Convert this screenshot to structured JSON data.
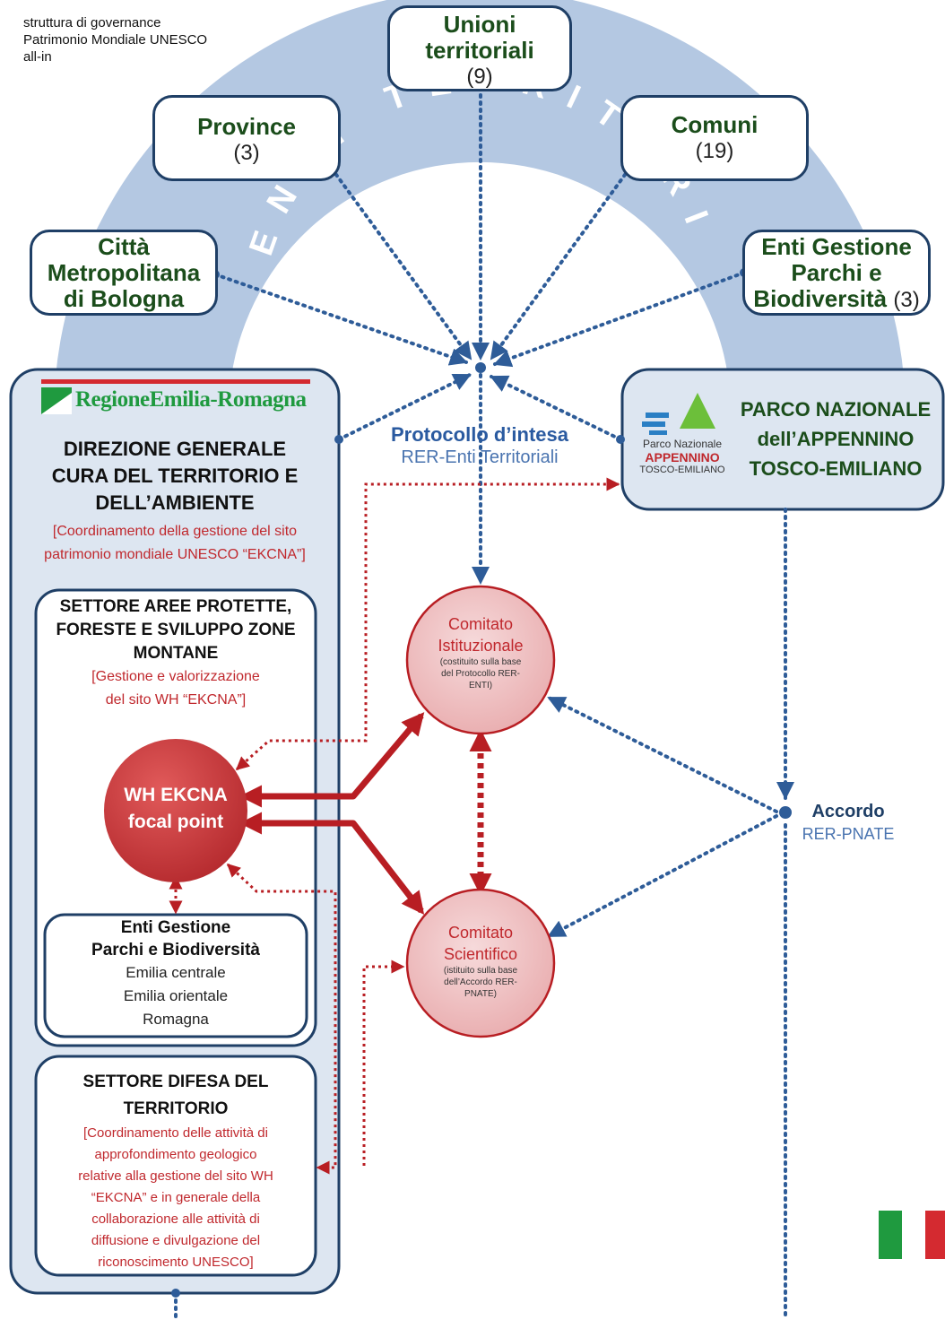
{
  "header": {
    "line1": "struttura di governance",
    "line2": "Patrimonio Mondiale UNESCO",
    "line3": "all-in"
  },
  "arch_label": "ENTI TERRITORIALI",
  "territorial_bodies": {
    "unioni": {
      "label_line1": "Unioni",
      "label_line2": "territoriali",
      "count": "(9)"
    },
    "province": {
      "label": "Province",
      "count": "(3)"
    },
    "comuni": {
      "label": "Comuni",
      "count": "(19)"
    },
    "citta_metro": {
      "line1": "Città",
      "line2": "Metropolitana",
      "line3": "di Bologna"
    },
    "enti_parchi": {
      "line1": "Enti Gestione",
      "line2": "Parchi e",
      "line3": "Biodiversità",
      "count": "(3)"
    }
  },
  "protocol": {
    "title": "Protocollo d’intesa",
    "subtitle": "RER-Enti Territoriali"
  },
  "region": {
    "logo_text": "RegioneEmilia-Romagna",
    "direction_line1": "DIREZIONE GENERALE",
    "direction_line2": "CURA DEL TERRITORIO E",
    "direction_line3": "DELL’AMBIENTE",
    "direction_note_line1": "[Coordinamento della gestione del sito",
    "direction_note_line2": "patrimonio mondiale UNESCO “EKCNA”]",
    "sector_protected": {
      "line1": "SETTORE AREE PROTETTE,",
      "line2": "FORESTE E SVILUPPO ZONE",
      "line3": "MONTANE",
      "note_line1": "[Gestione e valorizzazione",
      "note_line2": "del sito  WH “EKCNA”]"
    },
    "focal_point": {
      "line1": "WH EKCNA",
      "line2": "focal point"
    },
    "enti_gestione": {
      "title_line1": "Enti Gestione",
      "title_line2": "Parchi e Biodiversità",
      "items": [
        "Emilia centrale",
        "Emilia orientale",
        "Romagna"
      ]
    },
    "sector_defense": {
      "title_line1": "SETTORE DIFESA DEL",
      "title_line2": "TERRITORIO",
      "note": [
        "[Coordinamento delle attività di",
        "approfondimento geologico",
        "relative alla gestione del sito WH",
        "“EKCNA” e in generale della",
        "collaborazione alle attività di",
        "diffusione e divulgazione del",
        "riconoscimento UNESCO]"
      ]
    }
  },
  "park": {
    "logo_line1": "Parco Nazionale",
    "logo_line2": "APPENNINO",
    "logo_line3": "TOSCO-EMILIANO",
    "title_line1": "PARCO NAZIONALE",
    "title_line2": "dell’APPENNINO",
    "title_line3": "TOSCO-EMILIANO"
  },
  "committees": {
    "institutional": {
      "title_line1": "Comitato",
      "title_line2": "Istituzionale",
      "note_line1": "(costituito sulla base",
      "note_line2": "del Protocollo RER-",
      "note_line3": "ENTI)"
    },
    "scientific": {
      "title_line1": "Comitato",
      "title_line2": "Scientifico",
      "note_line1": "(istituito sulla base",
      "note_line2": "dell’Accordo RER-",
      "note_line3": "PNATE)"
    }
  },
  "agreement": {
    "title": "Accordo",
    "subtitle": "RER-PNATE"
  },
  "colors": {
    "arch": "#b4c8e2",
    "navy": "#1f3f66",
    "dotted_blue": "#2e5c98",
    "red_arrow": "#b81e23",
    "red_text": "#c0282d",
    "region_panel": "#dde6f1",
    "flag_green": "#1f9a3f",
    "flag_red": "#d42a30"
  }
}
